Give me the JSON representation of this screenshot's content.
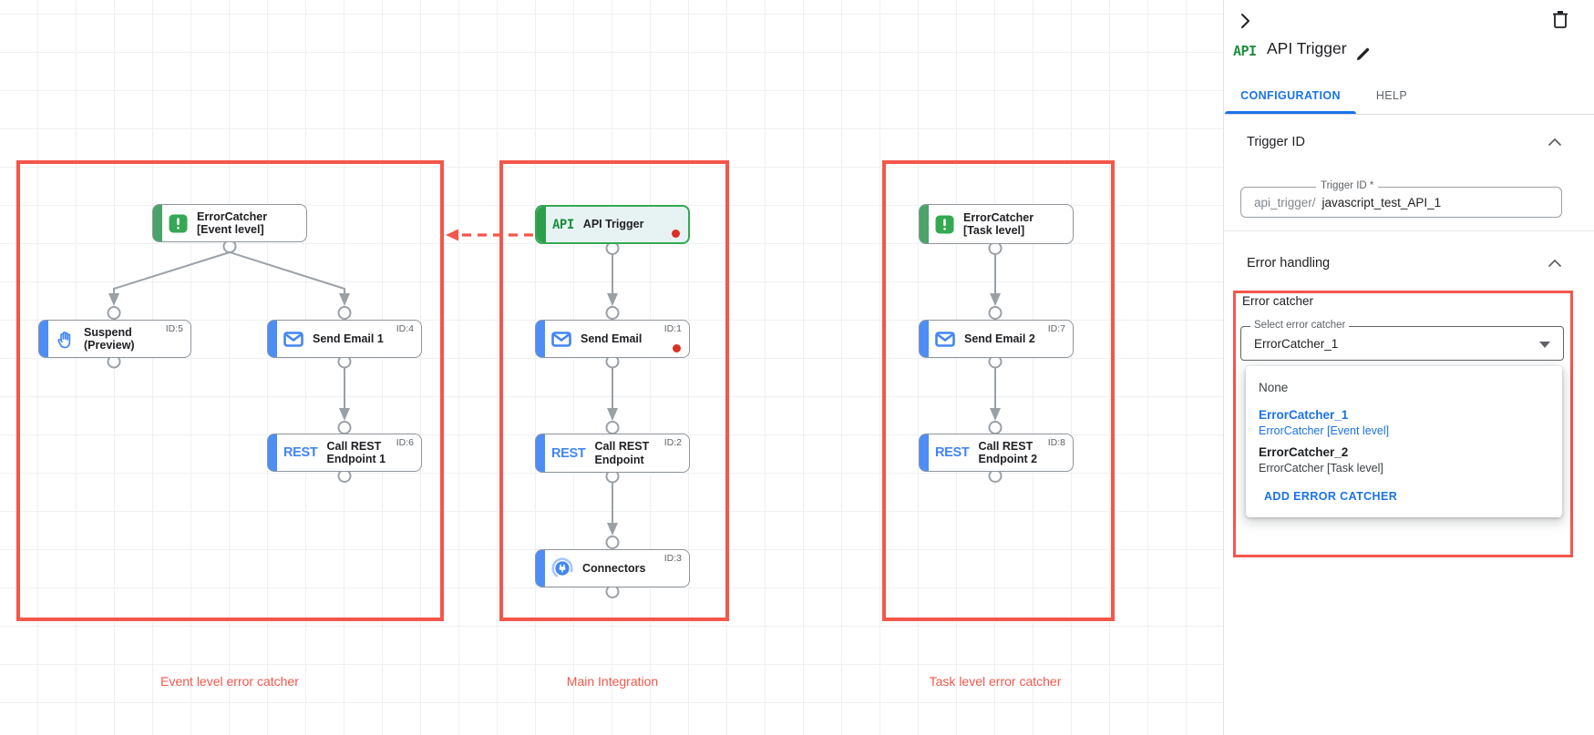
{
  "colors": {
    "highlight_red": "#f4564a",
    "node_blue": "#4d8df6",
    "google_blue": "#4285f4",
    "link_blue": "#1a73e8",
    "green": "#34a853",
    "logo_green": "#1e8e3e",
    "gray_text": "#5f6368",
    "badge_red": "#d93025"
  },
  "canvas": {
    "groups": [
      {
        "label": "Event level error catcher"
      },
      {
        "label": "Main Integration"
      },
      {
        "label": "Task level error catcher"
      }
    ],
    "nodes": {
      "ec_event": {
        "line1": "ErrorCatcher",
        "line2": "[Event level]"
      },
      "suspend": {
        "line1": "Suspend",
        "line2": "(Preview)",
        "task_id": "ID:5"
      },
      "send_email_1": {
        "line1": "Send Email 1",
        "task_id": "ID:4"
      },
      "rest_1": {
        "line1": "Call REST",
        "line2": "Endpoint 1",
        "task_id": "ID:6",
        "logo": "REST"
      },
      "api_trigger": {
        "line1": "API Trigger",
        "logo": "API"
      },
      "send_email": {
        "line1": "Send Email",
        "task_id": "ID:1"
      },
      "rest": {
        "line1": "Call REST",
        "line2": "Endpoint",
        "task_id": "ID:2",
        "logo": "REST"
      },
      "connectors": {
        "line1": "Connectors",
        "task_id": "ID:3"
      },
      "ec_task": {
        "line1": "ErrorCatcher",
        "line2": "[Task level]"
      },
      "send_email_2": {
        "line1": "Send Email 2",
        "task_id": "ID:7"
      },
      "rest_2": {
        "line1": "Call REST",
        "line2": "Endpoint 2",
        "task_id": "ID:8",
        "logo": "REST"
      }
    }
  },
  "panel": {
    "logo": "API",
    "title": "API Trigger",
    "tabs": {
      "configuration": "CONFIGURATION",
      "help": "HELP"
    },
    "trigger_section": {
      "heading": "Trigger ID",
      "field_label": "Trigger ID *",
      "prefix": "api_trigger/",
      "value": "javascript_test_API_1"
    },
    "error_section": {
      "heading": "Error handling",
      "group_label": "Error catcher",
      "select_label": "Select error catcher",
      "select_value": "ErrorCatcher_1",
      "menu": {
        "none": "None",
        "option1": {
          "title": "ErrorCatcher_1",
          "subtitle": "ErrorCatcher [Event level]"
        },
        "option2": {
          "title": "ErrorCatcher_2",
          "subtitle": "ErrorCatcher [Task level]"
        },
        "action": "ADD ERROR CATCHER"
      }
    }
  }
}
